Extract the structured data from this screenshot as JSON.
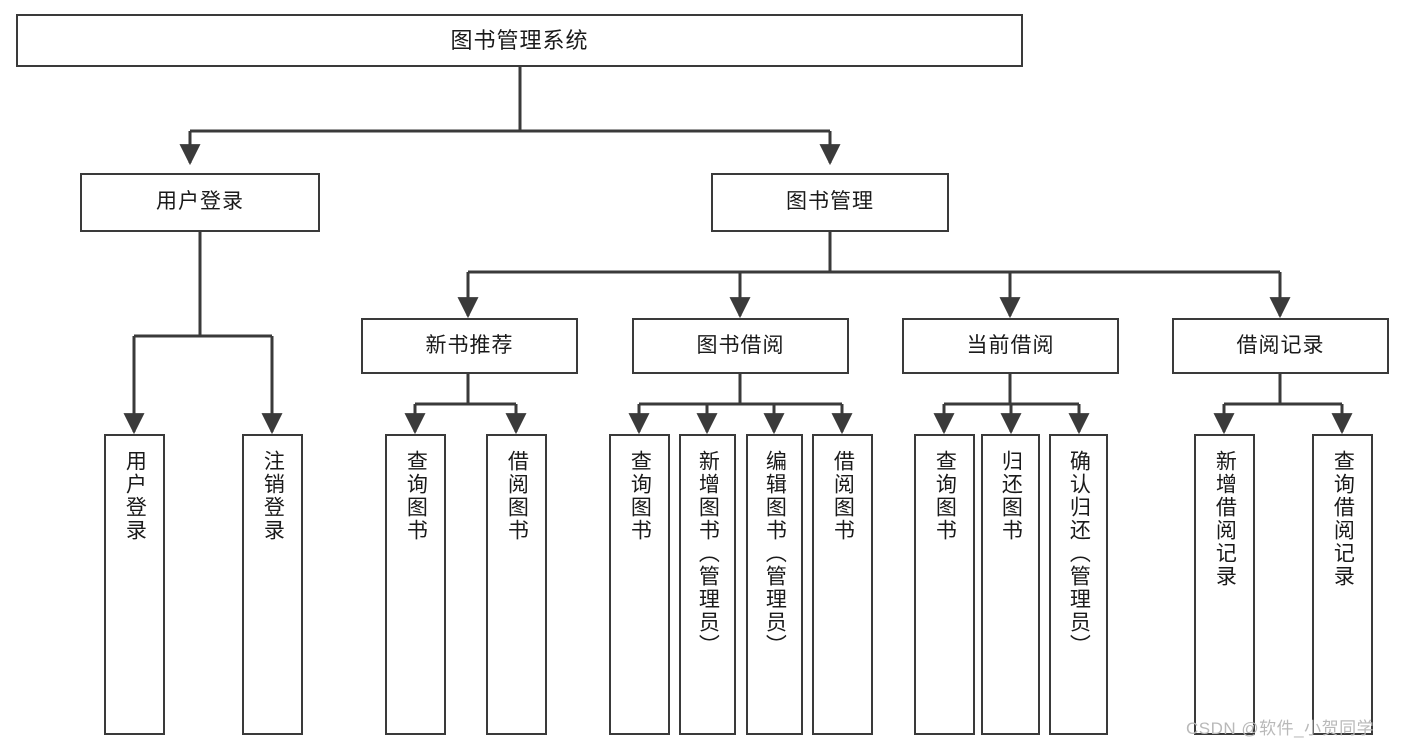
{
  "diagram": {
    "title": "图书管理系统",
    "type": "tree",
    "root": {
      "label": "图书管理系统"
    },
    "level2": [
      {
        "label": "用户登录"
      },
      {
        "label": "图书管理"
      }
    ],
    "level3": [
      {
        "label": "新书推荐"
      },
      {
        "label": "图书借阅"
      },
      {
        "label": "当前借阅"
      },
      {
        "label": "借阅记录"
      }
    ],
    "leaves": {
      "user_login": [
        {
          "label": "用户登录"
        },
        {
          "label": "注销登录"
        }
      ],
      "new_book_recommend": [
        {
          "label": "查询图书"
        },
        {
          "label": "借阅图书"
        }
      ],
      "book_borrow": [
        {
          "label": "查询图书"
        },
        {
          "label": "新增图书（管理员）"
        },
        {
          "label": "编辑图书（管理员）"
        },
        {
          "label": "借阅图书"
        }
      ],
      "current_borrow": [
        {
          "label": "查询图书"
        },
        {
          "label": "归还图书"
        },
        {
          "label": "确认归还（管理员）"
        }
      ],
      "borrow_record": [
        {
          "label": "新增借阅记录"
        },
        {
          "label": "查询借阅记录"
        }
      ]
    }
  },
  "watermark": {
    "text": "CSDN @软件_小贺同学"
  },
  "colors": {
    "border": "#3a3a3a",
    "background": "#ffffff",
    "text": "#1a1a1a",
    "watermark": "#b9b9b9"
  }
}
